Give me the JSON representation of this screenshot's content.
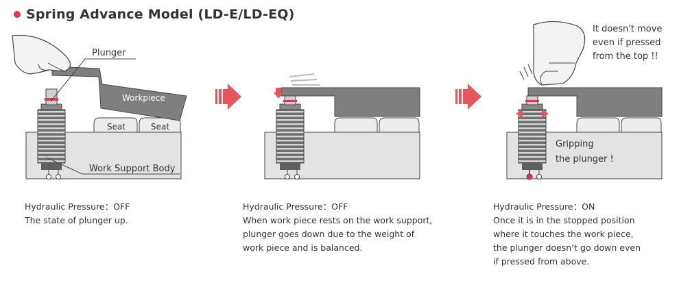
{
  "title": "Spring Advance Model (LD-E/LD-EQ)",
  "colors": {
    "accent": "#e6324b",
    "arrow": "#e8555f",
    "steel": "#7a7a7a",
    "base": "#e3e3e3"
  },
  "panels": [
    {
      "labels": {
        "plunger": "Plunger",
        "workpiece": "Workpiece",
        "seat_left": "Seat",
        "seat_right": "Seat",
        "body": "Work Support Body"
      },
      "caption": [
        "Hydraulic Pressure：OFF",
        "The state of plunger up."
      ]
    },
    {
      "caption": [
        "Hydraulic Pressure：OFF",
        "When work piece rests on the work support,",
        "plunger goes down due to the weight of",
        "work piece and is balanced."
      ]
    },
    {
      "labels": {
        "note": [
          "It doesn't move",
          "even if pressed",
          "from the top !!"
        ],
        "grip": [
          "Gripping",
          "the plunger !"
        ]
      },
      "caption": [
        "Hydraulic Pressure：ON",
        "Once it is in the stopped position",
        "where it touches the work piece,",
        "the plunger doesn’t go down even",
        "if pressed from above."
      ]
    }
  ]
}
